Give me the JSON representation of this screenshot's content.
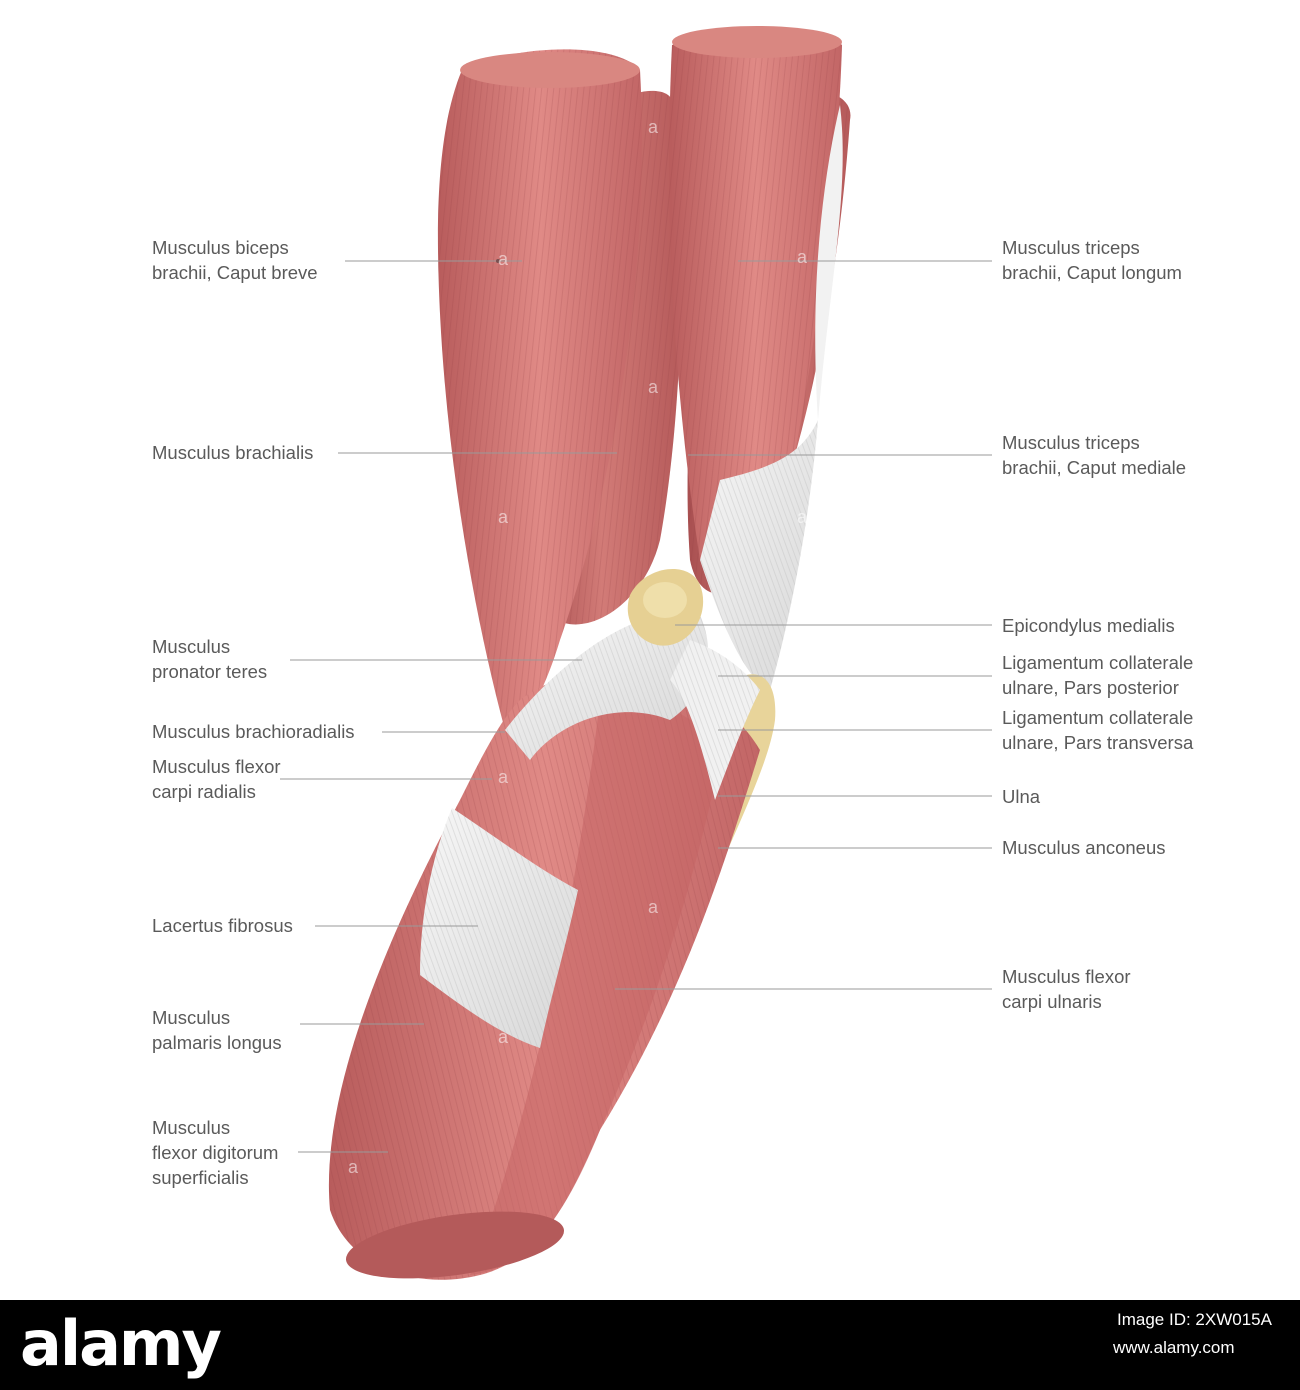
{
  "diagram": {
    "labels_left": [
      {
        "id": "biceps",
        "lines": [
          "Musculus biceps",
          "brachii, Caput breve"
        ]
      },
      {
        "id": "brachialis",
        "lines": [
          "Musculus brachialis"
        ]
      },
      {
        "id": "pronator",
        "lines": [
          "Musculus",
          "pronator teres"
        ]
      },
      {
        "id": "brachioradialis",
        "lines": [
          "Musculus brachioradialis"
        ]
      },
      {
        "id": "fcr",
        "lines": [
          "Musculus flexor",
          "carpi radialis"
        ]
      },
      {
        "id": "lacertus",
        "lines": [
          "Lacertus fibrosus"
        ]
      },
      {
        "id": "palmaris",
        "lines": [
          "Musculus",
          "palmaris longus"
        ]
      },
      {
        "id": "fds",
        "lines": [
          "Musculus",
          "flexor digitorum",
          "superficialis"
        ]
      }
    ],
    "labels_right": [
      {
        "id": "triceps-longum",
        "lines": [
          "Musculus triceps",
          "brachii, Caput longum"
        ]
      },
      {
        "id": "triceps-mediale",
        "lines": [
          "Musculus triceps",
          "brachii, Caput mediale"
        ]
      },
      {
        "id": "epicondylus",
        "lines": [
          "Epicondylus medialis"
        ]
      },
      {
        "id": "lig-posterior",
        "lines": [
          "Ligamentum collaterale",
          "ulnare, Pars posterior"
        ]
      },
      {
        "id": "lig-transversa",
        "lines": [
          "Ligamentum collaterale",
          "ulnare, Pars transversa"
        ]
      },
      {
        "id": "ulna",
        "lines": [
          "Ulna"
        ]
      },
      {
        "id": "anconeus",
        "lines": [
          "Musculus anconeus"
        ]
      },
      {
        "id": "fcu",
        "lines": [
          "Musculus flexor",
          "carpi ulnaris"
        ]
      }
    ],
    "colors": {
      "muscle": "#c96a6a",
      "muscle_dark": "#a84f50",
      "muscle_light": "#e08a86",
      "tendon": "#ececec",
      "bone": "#e8d49a",
      "leader": "#9a9a9a",
      "label_text": "#5a5a5a"
    }
  },
  "footer": {
    "logo": "alamy",
    "image_id": "Image ID: 2XW015A",
    "url": "www.alamy.com"
  },
  "watermark": {
    "glyph": "a"
  }
}
